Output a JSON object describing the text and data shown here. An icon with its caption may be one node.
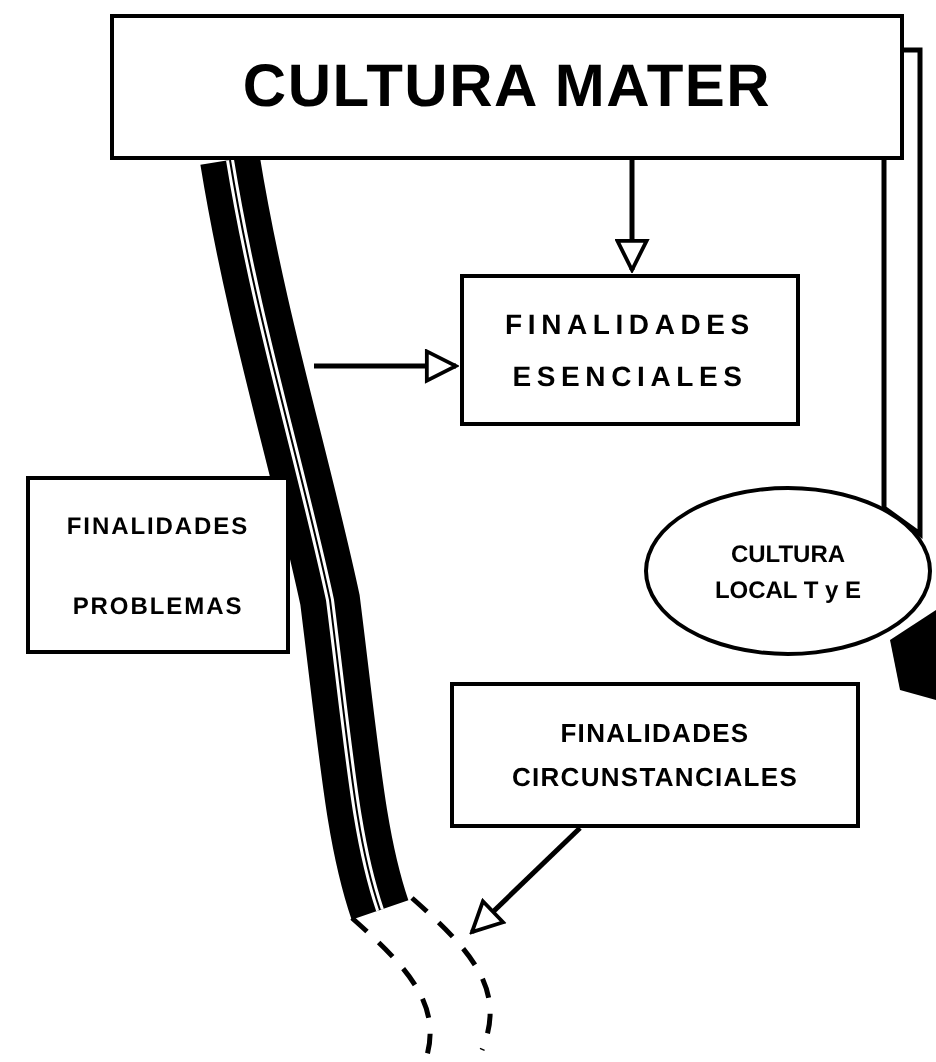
{
  "diagram": {
    "nodes": [
      {
        "text": [
          "CULTURA MATER"
        ]
      },
      {
        "text": [
          "FINALIDADES ESENCIALES"
        ]
      },
      {
        "text": [
          "FINALIDADES",
          "PROBLEMAS"
        ]
      },
      {
        "text": [
          "CULTURA LOCAL T y E"
        ]
      },
      {
        "text": [
          "FINALIDADES CIRCUNSTANCIALES"
        ]
      },
      {
        "text": [],
        "shape": "band"
      }
    ],
    "edges": [
      {
        "from": 0,
        "to": 1,
        "arrow": "to"
      },
      {
        "from": 5,
        "to": 1,
        "arrow": "to"
      },
      {
        "from": 4,
        "to": 5,
        "arrow": "to"
      },
      {
        "from": 0,
        "to": 3,
        "arrow": "none"
      }
    ]
  }
}
